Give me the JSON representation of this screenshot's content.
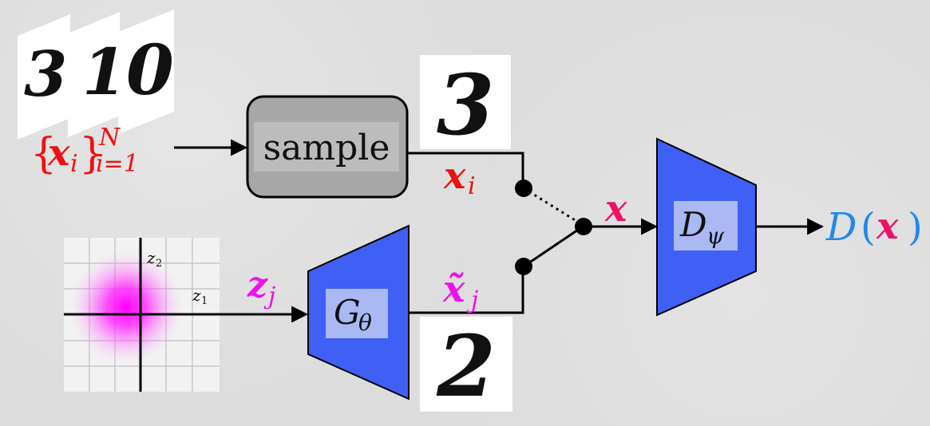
{
  "colors": {
    "real_data": "#ee1111",
    "generated": "#ee11ee",
    "output": "#2288ee",
    "block_fill": "#3f5ff5",
    "block_label_bg": "#aab8f4",
    "sample_box": "#a7a7a7",
    "background": "#dcdcdc"
  },
  "dataset": {
    "digits": [
      "3",
      "1",
      "0"
    ],
    "label_set_open": "{",
    "label_x": "x",
    "label_i": "i",
    "label_set_close": "}",
    "label_sup": "N",
    "label_sub": "i=1"
  },
  "sample_box": {
    "label": "sample"
  },
  "sampled_digit": "3",
  "generated_digit": "2",
  "real_label": {
    "base": "x",
    "sub": "i"
  },
  "latent": {
    "axis1": "z",
    "axis1_sub": "1",
    "axis2": "z",
    "axis2_sub": "2"
  },
  "latent_label": {
    "base": "z",
    "sub": "j"
  },
  "generator": {
    "name": "G",
    "sub": "θ"
  },
  "fake_label": {
    "base": "x̃",
    "sub": "j"
  },
  "switch_label": {
    "base": "x"
  },
  "discriminator": {
    "name": "D",
    "sub": "ψ"
  },
  "output_label": {
    "fn": "D",
    "open": "(",
    "arg": "x",
    "close": ")"
  }
}
